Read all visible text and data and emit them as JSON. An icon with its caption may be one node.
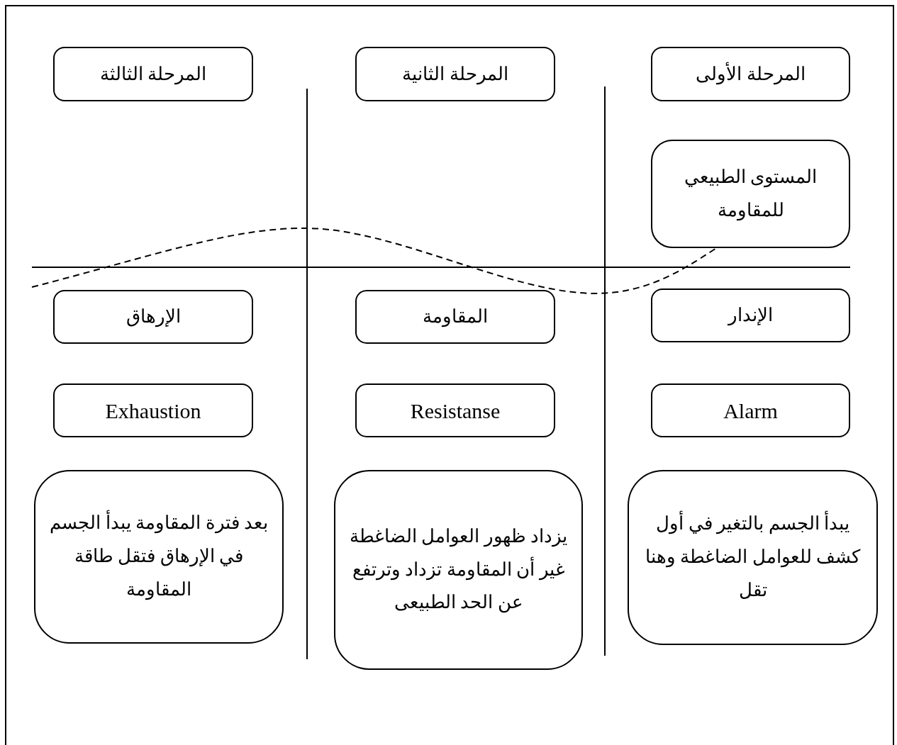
{
  "diagram": {
    "nodes": [
      {
        "text": [
          "المرحلة الأولى"
        ]
      },
      {
        "text": [
          "المرحلة الثانية"
        ]
      },
      {
        "text": [
          "المرحلة الثالثة"
        ]
      },
      {
        "text": [
          "المستوى الطبيعي للمقاومة"
        ]
      },
      {
        "text": [
          "الإندار"
        ]
      },
      {
        "text": [
          "المقاومة"
        ]
      },
      {
        "text": [
          "الإرهاق"
        ]
      },
      {
        "text": [
          "Alarm"
        ]
      },
      {
        "text": [
          "Resistanse"
        ]
      },
      {
        "text": [
          "Exhaustion"
        ]
      },
      {
        "text": [
          "يبدأ الجسم بالتغير في أول كشف للعوامل الضاغطة وهنا تقل"
        ]
      },
      {
        "text": [
          "يزداد ظهور العوامل الضاغطة غير أن المقاومة تزداد وترتفع عن الحد الطبيعى"
        ]
      },
      {
        "text": [
          "بعد فترة المقاومة يبدأ الجسم في الإرهاق فتقل طاقة المقاومة"
        ]
      }
    ],
    "edges": []
  }
}
